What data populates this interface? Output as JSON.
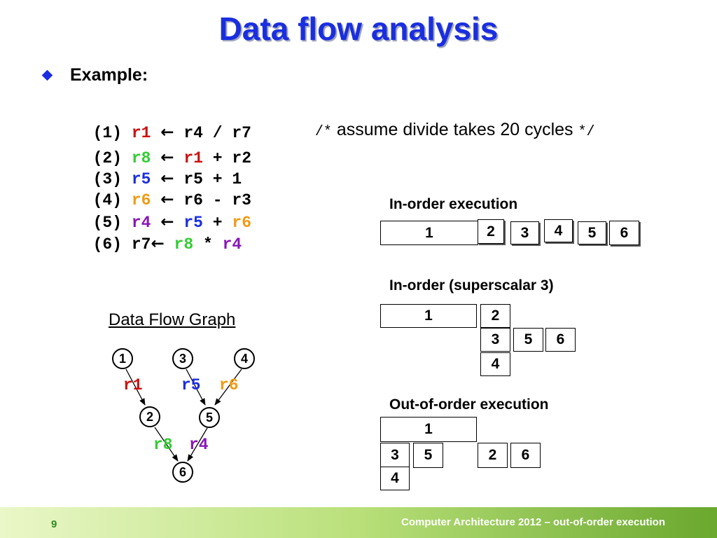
{
  "title": "Data flow analysis",
  "example_label": "Example:",
  "colors": {
    "title": "#1a2ee0",
    "red": "#cc1111",
    "green": "#33cc33",
    "blue": "#1a2ee0",
    "orange": "#f39a12",
    "purple": "#8a16b8"
  },
  "code": [
    {
      "num": "(1)",
      "dest": "r1",
      "arrow": "←",
      "rhs": "r4 / r7"
    },
    {
      "num": "(2)",
      "dest": "r8",
      "arrow": "←",
      "op1": "r1",
      "op": "+",
      "op2": "r2"
    },
    {
      "num": "(3)",
      "dest": "r5",
      "arrow": "←",
      "rhs": "r5 + 1"
    },
    {
      "num": "(4)",
      "dest": "r6",
      "arrow": "←",
      "rhs": "r6 - r3"
    },
    {
      "num": "(5)",
      "dest": "r4",
      "arrow": "←",
      "op1": "r5",
      "op": "+",
      "op2": "r6"
    },
    {
      "num": "(6)",
      "dest": "r7",
      "arrow": "←",
      "op1": "r8",
      "op": "*",
      "op2": "r4"
    }
  ],
  "comment": {
    "open": "/*",
    "text": "assume divide takes 20 cycles",
    "close": "*/"
  },
  "inorder": {
    "title": "In-order execution",
    "boxes": [
      "1",
      "2",
      "3",
      "4",
      "5",
      "6"
    ]
  },
  "superscalar": {
    "title": "In-order (superscalar 3)",
    "boxes": [
      "1",
      "2",
      "3",
      "5",
      "6",
      "4"
    ]
  },
  "ooo": {
    "title": "Out-of-order execution",
    "boxes": [
      "1",
      "3",
      "5",
      "2",
      "6",
      "4"
    ]
  },
  "dfg": {
    "title": "Data Flow Graph",
    "nodes": [
      "1",
      "3",
      "4",
      "2",
      "5",
      "6"
    ],
    "edge_labels": [
      "r1",
      "r5",
      "r6",
      "r8",
      "r4"
    ]
  },
  "footer": {
    "page": "9",
    "text": "Computer Architecture 2012 – out-of-order execution"
  }
}
